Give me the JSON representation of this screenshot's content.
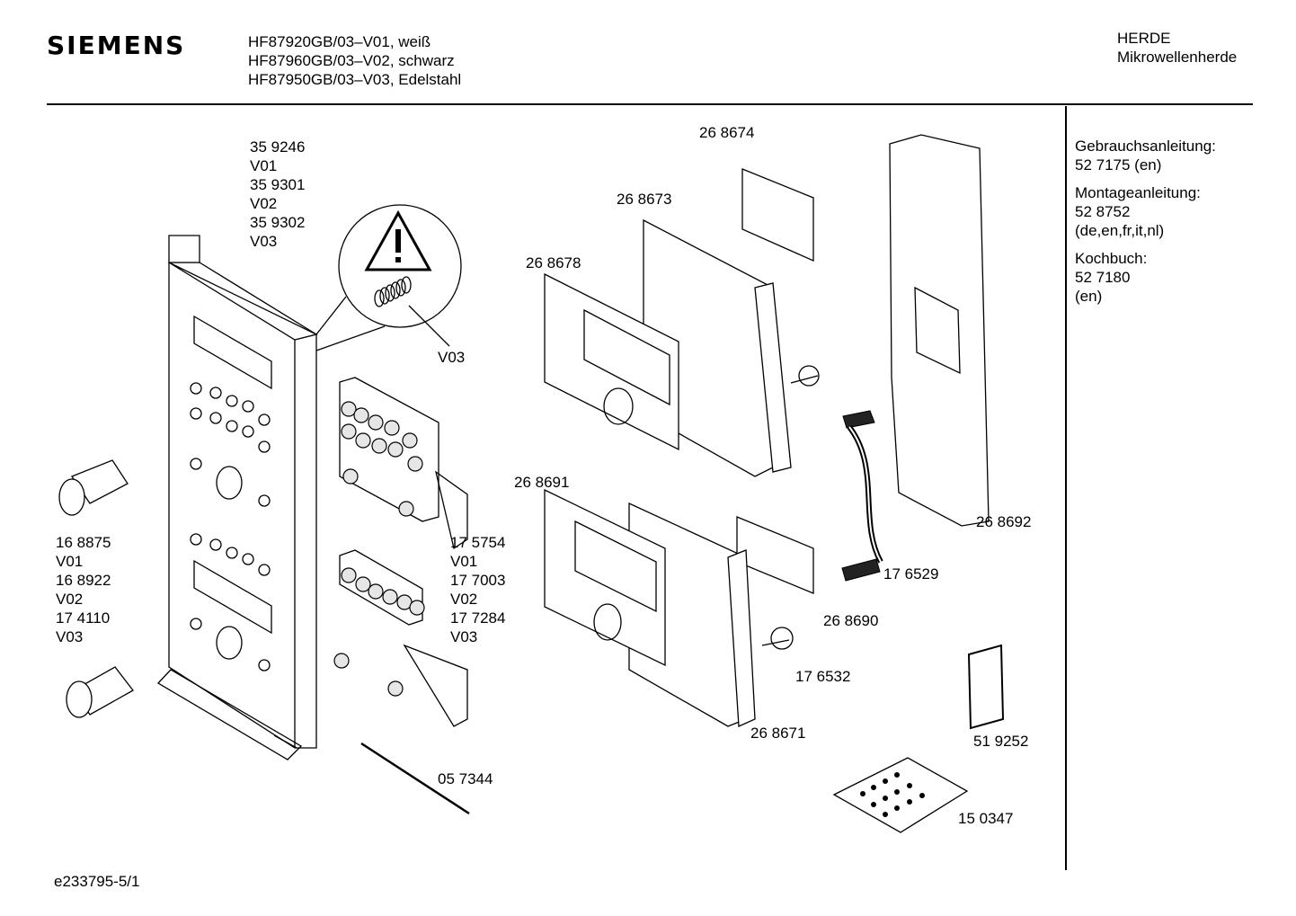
{
  "header": {
    "brand": "SIEMENS",
    "models": [
      "HF87920GB/03–V01, weiß",
      "HF87960GB/03–V02, schwarz",
      "HF87950GB/03–V03, Edelstahl"
    ],
    "category": "HERDE",
    "subcategory": "Mikrowellenherde"
  },
  "sidebar": {
    "docs": [
      {
        "title": "Gebrauchsanleitung:",
        "lines": [
          "52 7175 (en)"
        ]
      },
      {
        "title": "Montageanleitung:",
        "lines": [
          "52 8752",
          "(de,en,fr,it,nl)"
        ]
      },
      {
        "title": "Kochbuch:",
        "lines": [
          "52 7180",
          "(en)"
        ]
      }
    ]
  },
  "parts": {
    "panel": [
      "35 9246",
      "V01",
      "35 9301",
      "V02",
      "35 9302",
      "V03"
    ],
    "spring_variant": "V03",
    "knob": [
      "16 8875",
      "V01",
      "16 8922",
      "V02",
      "17 4110",
      "V03"
    ],
    "keyboard": [
      "17 5754",
      "V01",
      "17 7003",
      "V02",
      "17 7284",
      "V03"
    ],
    "p268674": "26 8674",
    "p268673": "26 8673",
    "p268678": "26 8678",
    "p268691": "26 8691",
    "p268692": "26 8692",
    "p176529": "17 6529",
    "p268690": "26 8690",
    "p176532": "17 6532",
    "p268671": "26 8671",
    "p519252": "51 9252",
    "p057344": "05 7344",
    "p150347": "15 0347"
  },
  "footer": {
    "code": "e233795-5/1"
  }
}
